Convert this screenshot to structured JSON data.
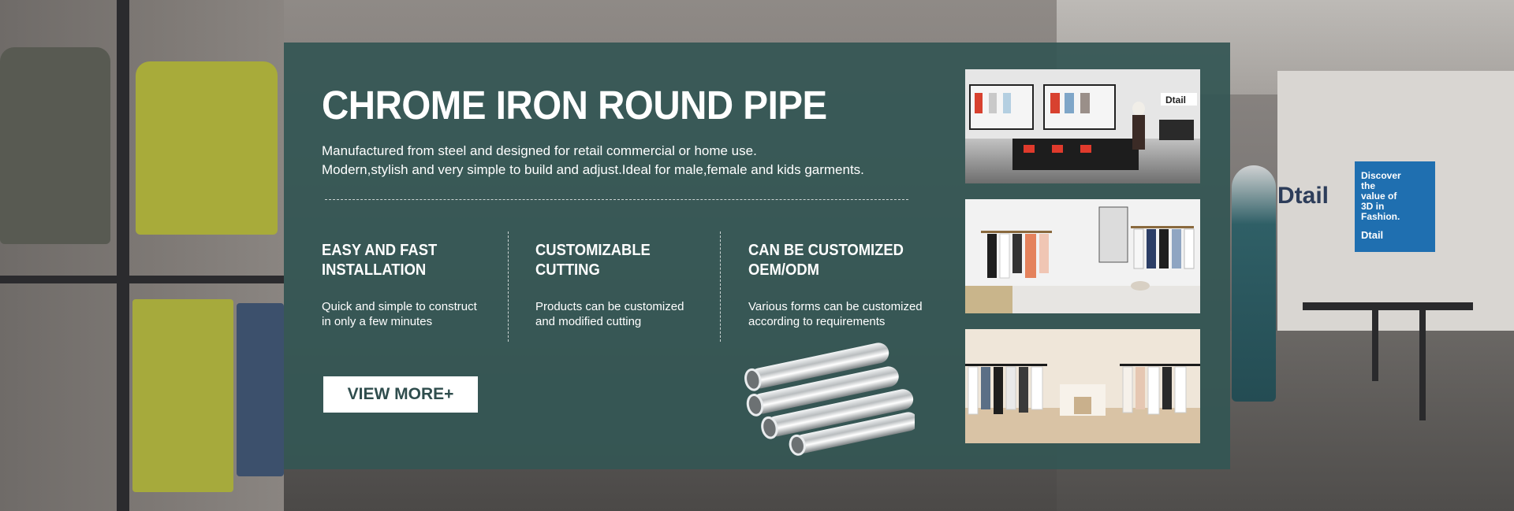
{
  "banner": {
    "title": "CHROME IRON ROUND PIPE",
    "description_line1": "Manufactured from steel and designed for retail commercial or home use.",
    "description_line2": "Modern,stylish and very simple to build and adjust.Ideal for male,female and kids garments.",
    "features": [
      {
        "title_line1": "EASY AND FAST",
        "title_line2": "INSTALLATION",
        "text_line1": "Quick and simple to construct",
        "text_line2": "in only a few minutes"
      },
      {
        "title_line1": "CUSTOMIZABLE",
        "title_line2": "CUTTING",
        "text_line1": "Products can be customized",
        "text_line2": "and modified cutting"
      },
      {
        "title_line1": "CAN BE CUSTOMIZED",
        "title_line2": "OEM/ODM",
        "text_line1": "Various forms can be customized",
        "text_line2": "according to requirements"
      }
    ],
    "cta_label": "VIEW MORE+"
  },
  "background": {
    "poster_lines": [
      "Discover",
      "the",
      "value of",
      "3D in",
      "Fashion."
    ],
    "poster_brand": "Dtail",
    "wall_sign": "Dtail"
  },
  "thumbnails": [
    {
      "sign": "Dtail"
    },
    {
      "sign": ""
    },
    {
      "sign": ""
    }
  ],
  "colors": {
    "panel": "#345654",
    "button_bg": "#ffffff",
    "button_text": "#2f4d4d",
    "pipe_chrome": "#d9dcdd"
  }
}
